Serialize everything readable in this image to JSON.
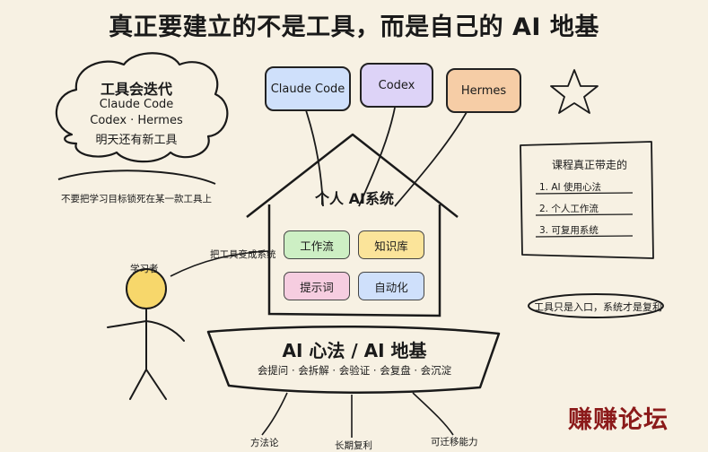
{
  "title": "真正要建立的不是工具，而是自己的 AI 地基",
  "cloud": {
    "title": "工具会迭代",
    "lines": [
      "Claude Code",
      "Codex · Hermes",
      "明天还有新工具"
    ]
  },
  "cloud_note": "不要把学习目标锁死在某一款工具上",
  "tools": [
    {
      "label": "Claude Code",
      "color": "#cfe0fb"
    },
    {
      "label": "Codex",
      "color": "#ddd3f7"
    },
    {
      "label": "Hermes",
      "color": "#f6cda6"
    }
  ],
  "house": {
    "title": "个人 AI系统",
    "modules": [
      {
        "label": "工作流",
        "color": "#cdefc4"
      },
      {
        "label": "知识库",
        "color": "#fbe49a"
      },
      {
        "label": "提示词",
        "color": "#f6cde0"
      },
      {
        "label": "自动化",
        "color": "#cfe0fb"
      }
    ]
  },
  "learner": {
    "label": "学习者",
    "arrow_label": "把工具变成系统"
  },
  "card": {
    "title": "课程真正带走的",
    "items": [
      "1. AI 使用心法",
      "2. 个人工作流",
      "3. 可复用系统"
    ]
  },
  "entry_note": "工具只是入口，系统才是复利",
  "base": {
    "title": "AI 心法 / AI 地基",
    "subtitle": "会提问 · 会拆解 · 会验证 · 会复盘 · 会沉淀",
    "roots": [
      "方法论",
      "长期复利",
      "可迁移能力"
    ]
  },
  "watermark": "赚赚论坛",
  "colors": {
    "background": "#f7f1e3",
    "ink": "#1a1a1a",
    "learner_head": "#f7d76b",
    "watermark": "#8b1a1a"
  }
}
